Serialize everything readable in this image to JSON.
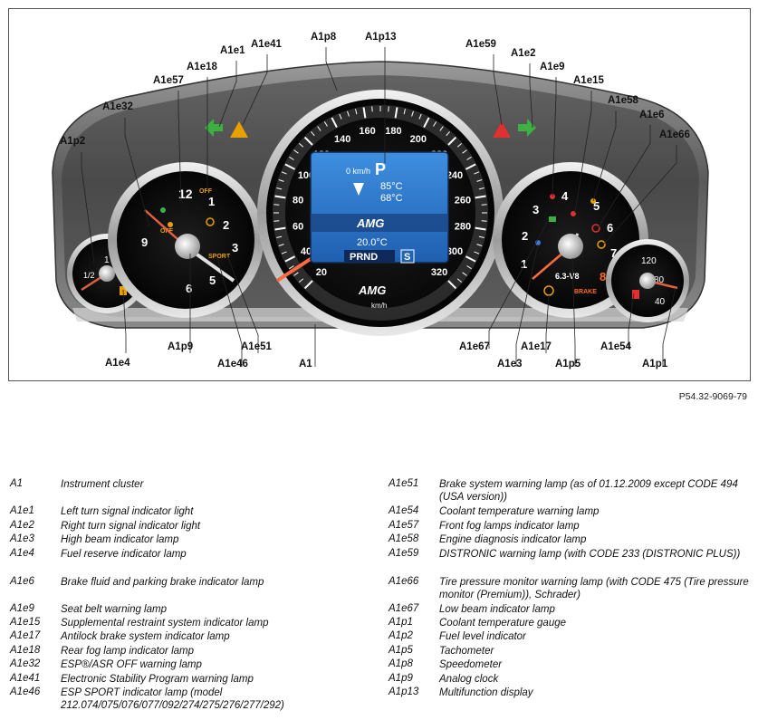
{
  "figure": {
    "callouts": [
      {
        "id": "A1p2",
        "text": "A1p2"
      },
      {
        "id": "A1e32",
        "text": "A1e32"
      },
      {
        "id": "A1e57",
        "text": "A1e57"
      },
      {
        "id": "A1e18",
        "text": "A1e18"
      },
      {
        "id": "A1e1",
        "text": "A1e1"
      },
      {
        "id": "A1e41",
        "text": "A1e41"
      },
      {
        "id": "A1p8",
        "text": "A1p8"
      },
      {
        "id": "A1p13",
        "text": "A1p13"
      },
      {
        "id": "A1e59",
        "text": "A1e59"
      },
      {
        "id": "A1e2",
        "text": "A1e2"
      },
      {
        "id": "A1e9",
        "text": "A1e9"
      },
      {
        "id": "A1e15",
        "text": "A1e15"
      },
      {
        "id": "A1e58",
        "text": "A1e58"
      },
      {
        "id": "A1e6",
        "text": "A1e6"
      },
      {
        "id": "A1e66",
        "text": "A1e66"
      },
      {
        "id": "A1e4",
        "text": "A1e4"
      },
      {
        "id": "A1p9",
        "text": "A1p9"
      },
      {
        "id": "A1e51",
        "text": "A1e51"
      },
      {
        "id": "A1e46",
        "text": "A1e46"
      },
      {
        "id": "A1",
        "text": "A1"
      },
      {
        "id": "A1e67",
        "text": "A1e67"
      },
      {
        "id": "A1e17",
        "text": "A1e17"
      },
      {
        "id": "A1e3",
        "text": "A1e3"
      },
      {
        "id": "A1p5",
        "text": "A1p5"
      },
      {
        "id": "A1e54",
        "text": "A1e54"
      },
      {
        "id": "A1p1",
        "text": "A1p1"
      }
    ],
    "speedometer": {
      "ticks": [
        "20",
        "40",
        "60",
        "80",
        "100",
        "120",
        "140",
        "160",
        "180",
        "200",
        "220",
        "240",
        "260",
        "280",
        "300",
        "320"
      ],
      "unit": "km/h",
      "logo": "AMG"
    },
    "display": {
      "speed_line": "0 km/h",
      "gear_big": "P",
      "oil_temp": "85°C",
      "coolant_temp": "68°C",
      "logo": "AMG",
      "outside_temp": "20.0°C",
      "gear_row": "PRND",
      "mode": "S"
    },
    "clock": {
      "numbers": [
        "12",
        "1",
        "2",
        "3",
        "5",
        "6",
        "9"
      ],
      "off_label_left": "OFF",
      "off_label_right": "OFF",
      "sport_label": "SPORT"
    },
    "tachometer": {
      "numbers": [
        "1",
        "2",
        "3",
        "4",
        "5",
        "6",
        "7",
        "8"
      ],
      "engine_label": "6.3-V8",
      "brake_label": "BRAKE"
    },
    "fuel_gauge": {
      "numbers": [
        "1",
        "1/2"
      ]
    },
    "coolant_gauge": {
      "numbers": [
        "120",
        "80",
        "40"
      ]
    }
  },
  "figure_code": "P54.32-9069-79",
  "legend": {
    "left": [
      {
        "code": "A1",
        "description": "Instrument cluster"
      },
      {
        "code": "A1e1",
        "description": "Left turn signal indicator light"
      },
      {
        "code": "A1e2",
        "description": "Right turn signal indicator light"
      },
      {
        "code": "A1e3",
        "description": "High beam indicator lamp"
      },
      {
        "code": "A1e4",
        "description": "Fuel reserve indicator lamp"
      },
      {
        "code": "A1e6",
        "description": "Brake fluid and parking brake indicator lamp"
      },
      {
        "code": "A1e9",
        "description": "Seat belt warning lamp"
      },
      {
        "code": "A1e15",
        "description": "Supplemental restraint system indicator lamp"
      },
      {
        "code": "A1e17",
        "description": "Antilock brake system indicator lamp"
      },
      {
        "code": "A1e18",
        "description": "Rear fog lamp indicator lamp"
      },
      {
        "code": "A1e32",
        "description": "ESP®/ASR OFF warning lamp"
      },
      {
        "code": "A1e41",
        "description": "Electronic Stability Program warning lamp"
      },
      {
        "code": "A1e46",
        "description": "ESP SPORT indicator lamp (model 212.074/075/076/077/092/274/275/276/277/292)"
      }
    ],
    "right": [
      {
        "code": "A1e51",
        "description": "Brake system warning lamp (as of 01.12.2009 except CODE 494 (USA version))"
      },
      {
        "code": "A1e54",
        "description": "Coolant temperature warning lamp"
      },
      {
        "code": "A1e57",
        "description": "Front fog lamps indicator lamp"
      },
      {
        "code": "A1e58",
        "description": "Engine diagnosis indicator lamp"
      },
      {
        "code": "A1e59",
        "description": "DISTRONIC warning lamp (with CODE 233 (DISTRONIC PLUS))"
      },
      {
        "code": "A1e66",
        "description": "Tire pressure monitor warning lamp (with CODE 475 (Tire pressure monitor (Premium)), Schrader)"
      },
      {
        "code": "A1e67",
        "description": "Low beam indicator lamp"
      },
      {
        "code": "A1p1",
        "description": "Coolant temperature gauge"
      },
      {
        "code": "A1p2",
        "description": "Fuel level indicator"
      },
      {
        "code": "A1p5",
        "description": "Tachometer"
      },
      {
        "code": "A1p8",
        "description": "Speedometer"
      },
      {
        "code": "A1p9",
        "description": "Analog clock"
      },
      {
        "code": "A1p13",
        "description": "Multifunction display"
      }
    ]
  }
}
